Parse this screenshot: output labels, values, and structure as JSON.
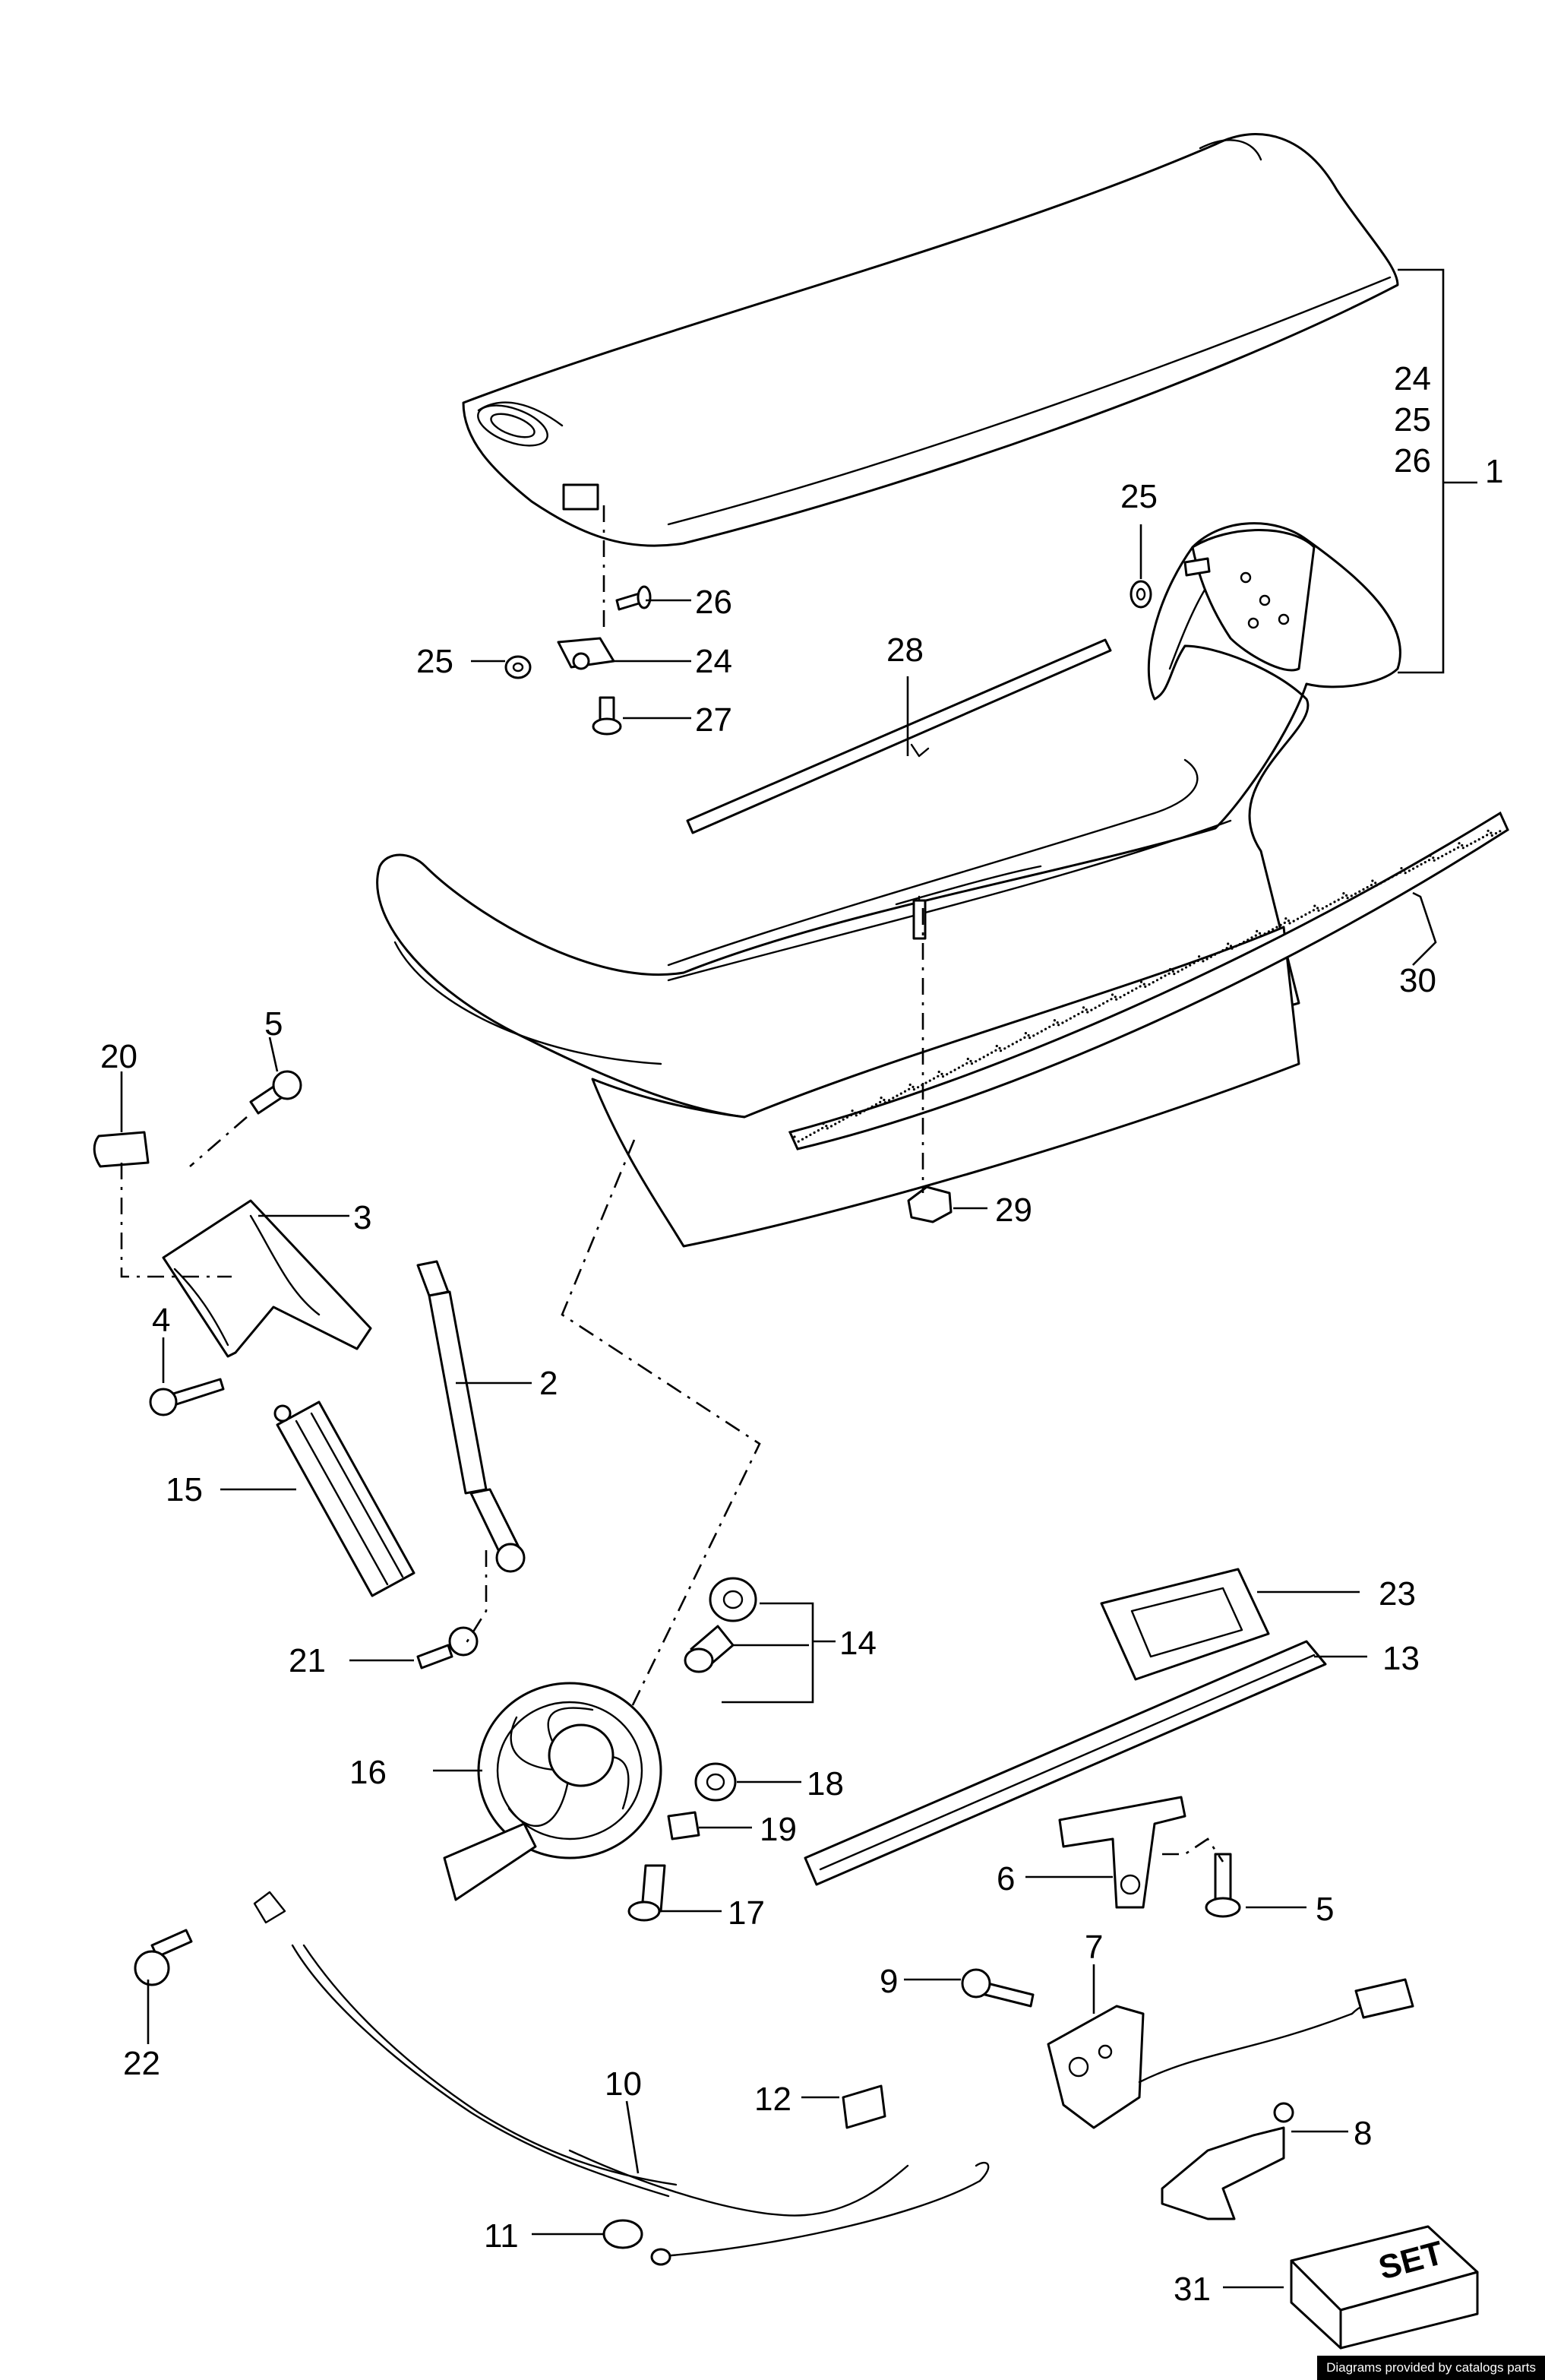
{
  "callouts": {
    "c1": "1",
    "c2": "2",
    "c3": "3",
    "c4": "4",
    "c5a": "5",
    "c5b": "5",
    "c6": "6",
    "c7": "7",
    "c8": "8",
    "c9": "9",
    "c10": "10",
    "c11": "11",
    "c12": "12",
    "c13": "13",
    "c14": "14",
    "c15": "15",
    "c16": "16",
    "c17": "17",
    "c18": "18",
    "c19": "19",
    "c20": "20",
    "c21": "21",
    "c22": "22",
    "c23": "23",
    "c24a": "24",
    "c24b": "24",
    "c25a": "25",
    "c25b": "25",
    "c25c": "25",
    "c26a": "26",
    "c26b": "26",
    "c27": "27",
    "c28": "28",
    "c29": "29",
    "c30": "30",
    "c31": "31"
  },
  "set_label": "SET",
  "credit": "Diagrams provided by catalogs parts",
  "colors": {
    "line": "#000000",
    "background": "#ffffff"
  }
}
